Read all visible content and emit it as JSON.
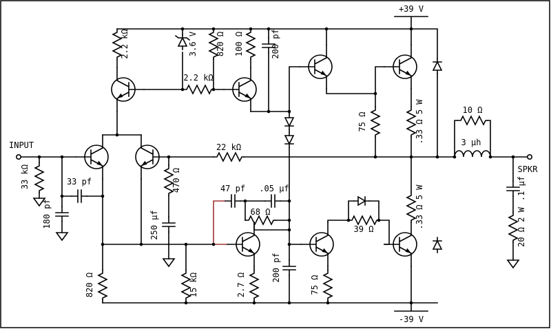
{
  "colors": {
    "background": "#ffffff",
    "wire": "#000000",
    "highlight": "#a03333"
  },
  "labels": {
    "input": "INPUT",
    "spkr": "SPKR",
    "v_plus": "+39 V",
    "v_minus": "-39 V",
    "r_33k": "33 kΩ",
    "c_33pf": "33 pf",
    "c_180pf": "180 pf",
    "r_2k2_tail": "2.2 kΩ",
    "zener_3v6": "3.6 V",
    "r_820_top": "820 Ω",
    "r_100": "100 Ω",
    "c_200pf_top": "200 pf",
    "r_2k2_vas": "2.2 kΩ",
    "r_22k": "22 kΩ",
    "r_470": "470 Ω",
    "c_250uf": "250 μf",
    "c_47pf": "47 pf",
    "c_05uf": ".05 μf",
    "r_68": "68 Ω",
    "r_75_top": "75 Ω",
    "r_033_top": ".33 Ω 5 W",
    "r_10": "10 Ω",
    "l_3uh": "3 μh",
    "c_01uf": ".1 μf",
    "r_20_2w": "20 Ω 2 W",
    "r_39": "39 Ω",
    "r_033_bot": ".33 Ω 5 W",
    "r_820_bot": "820 Ω",
    "r_15k": "15 kΩ",
    "r_2r7": "2.7 Ω",
    "c_200pf_bot": "200 pf",
    "r_75_bot": "75 Ω",
    "v_minus_dup": "-39 V"
  }
}
